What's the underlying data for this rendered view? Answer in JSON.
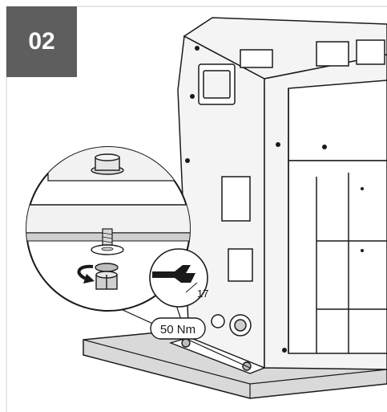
{
  "step": {
    "number": "02"
  },
  "tool": {
    "wrench_size": "17",
    "torque": "50 Nm"
  },
  "colors": {
    "badge_bg": "#5e5e5e",
    "badge_text": "#ffffff",
    "line": "#1a1a1a",
    "panel_fill": "#f2f2f2",
    "base_plate": "#d9d9d9",
    "light_gray": "#bdbdbd"
  },
  "icons": [
    "wrench-icon",
    "rotation-arrow-icon",
    "bolt-icon",
    "nut-icon",
    "washer-icon"
  ]
}
